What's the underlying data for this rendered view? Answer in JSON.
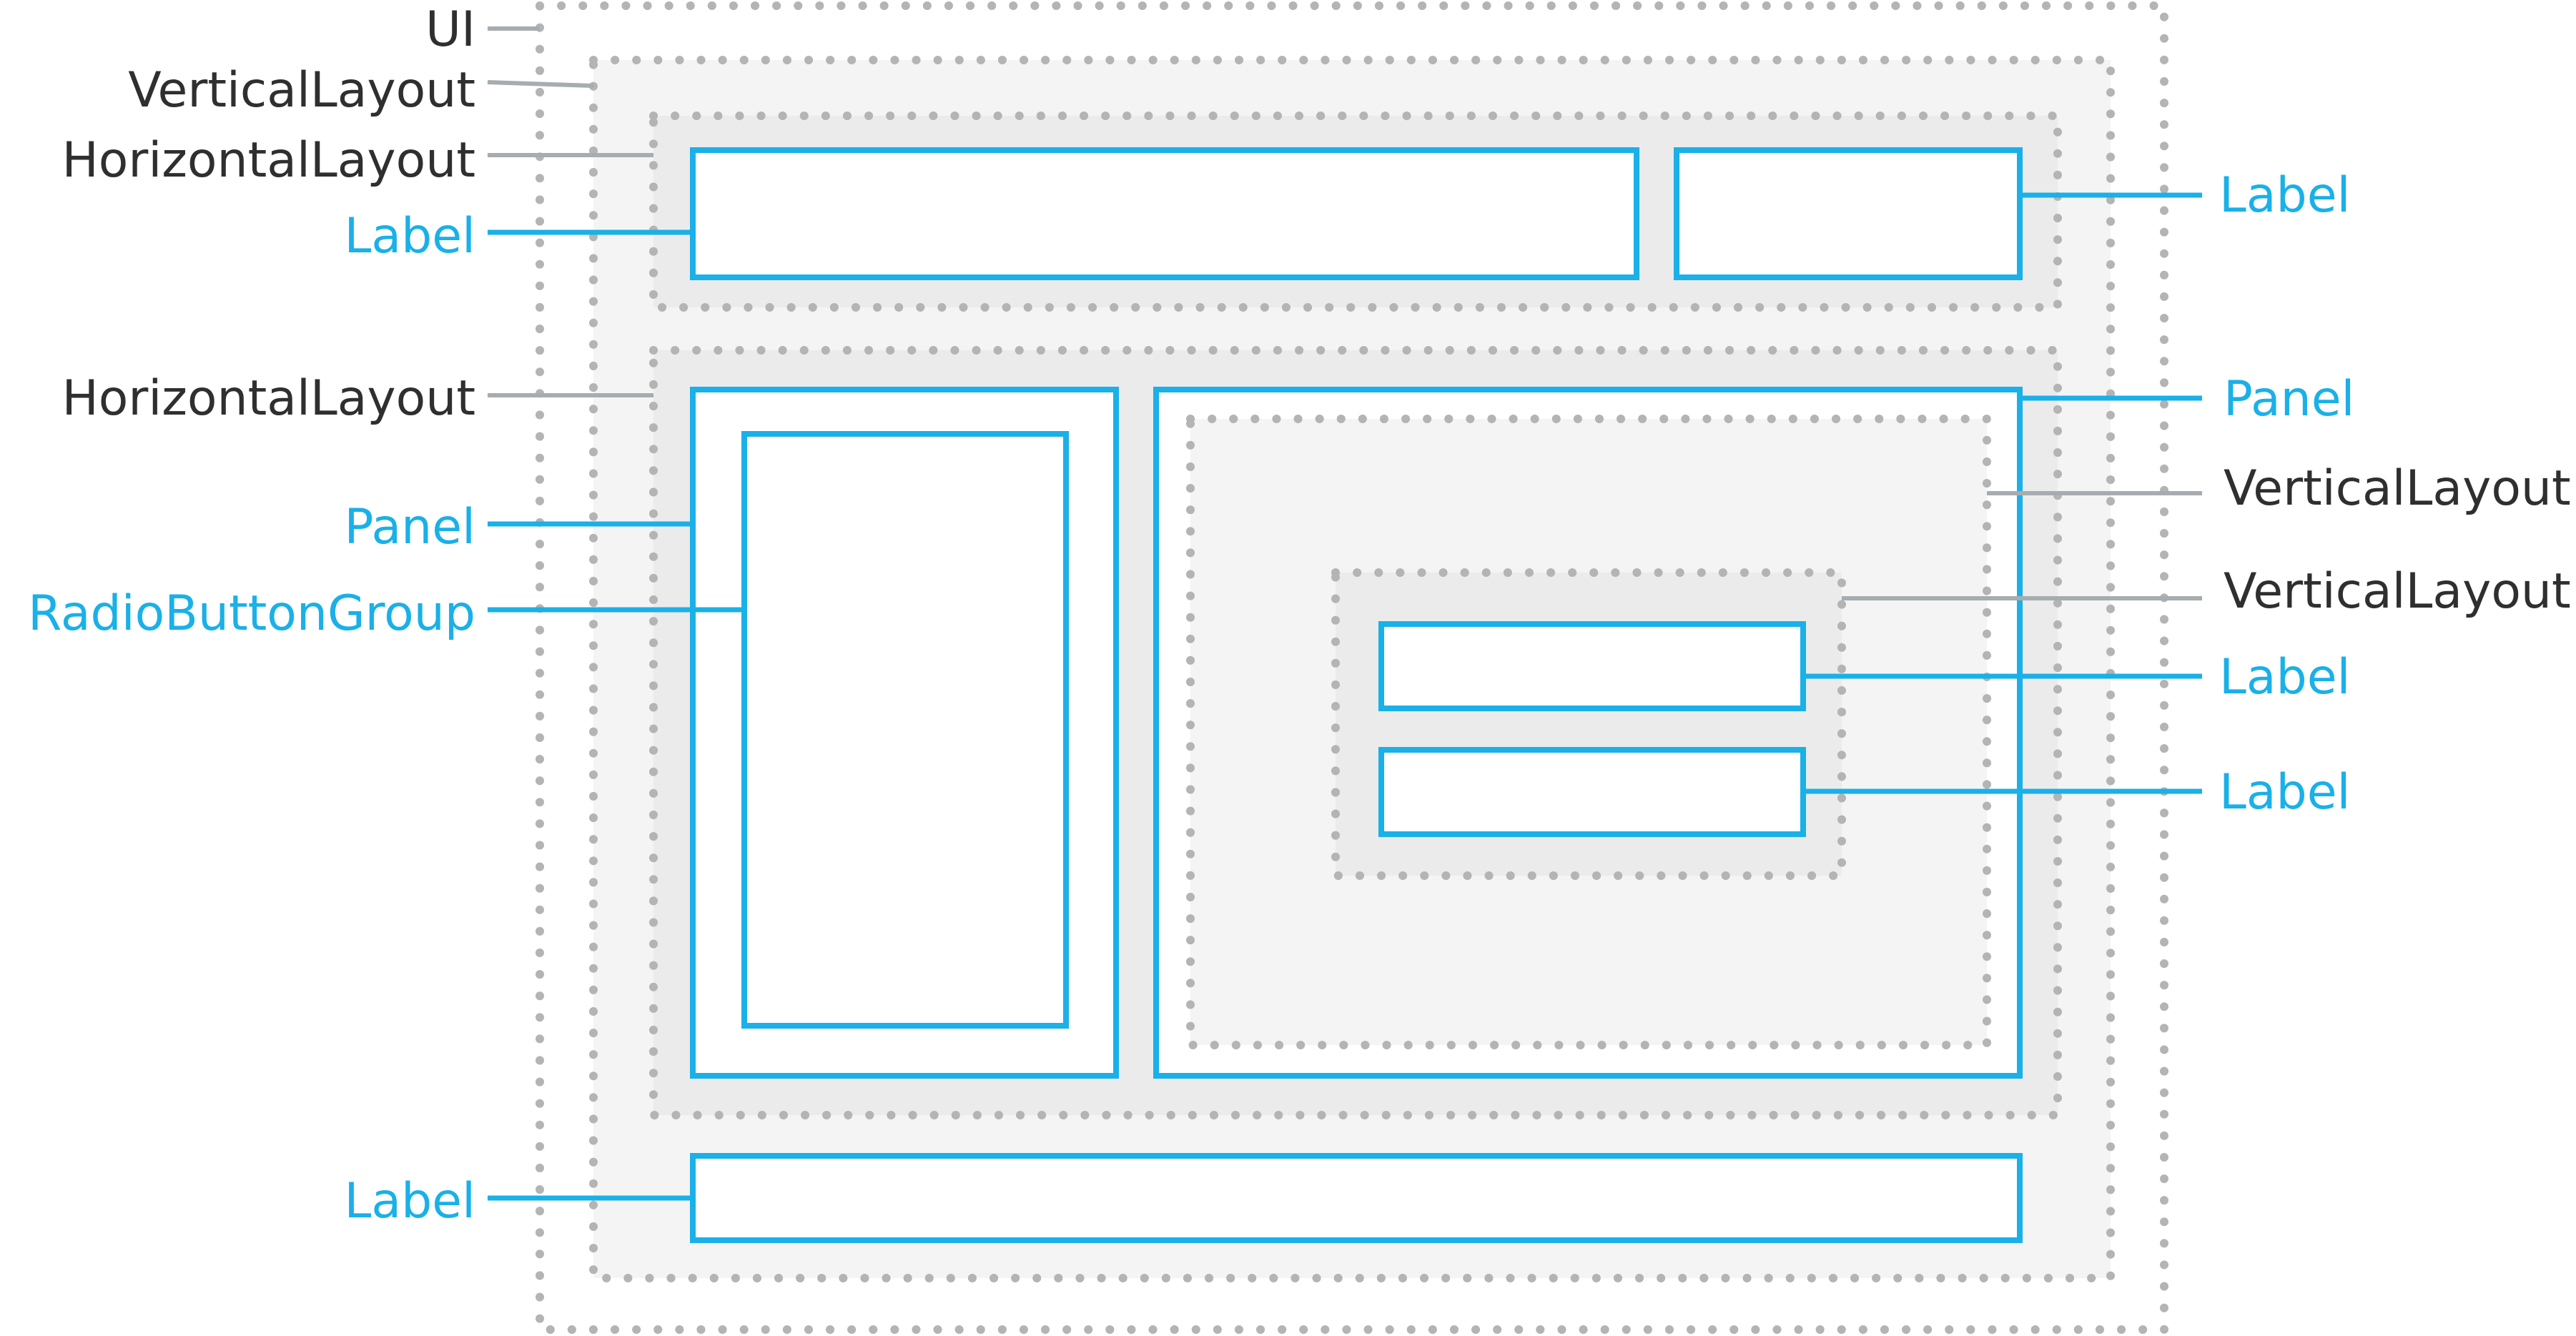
{
  "colors": {
    "structure_text": "#2f2f2f",
    "widget_text": "#1ab0e8",
    "widget_stroke": "#1ab0e8",
    "connector_gray": "#a6acaf",
    "dotted_border": "#b4b4b4",
    "layout_fill_light": "#f4f4f4",
    "layout_fill_dark": "#ebebeb"
  },
  "labels": {
    "ui": "UI",
    "vertical_layout_outer": "VerticalLayout",
    "horizontal_layout_top": "HorizontalLayout",
    "label_top_left": "Label",
    "horizontal_layout_middle": "HorizontalLayout",
    "panel_left": "Panel",
    "radio_button_group": "RadioButtonGroup",
    "label_bottom": "Label",
    "label_top_right": "Label",
    "panel_right": "Panel",
    "vertical_layout_panel": "VerticalLayout",
    "vertical_layout_inner": "VerticalLayout",
    "label_inner_1": "Label",
    "label_inner_2": "Label"
  }
}
